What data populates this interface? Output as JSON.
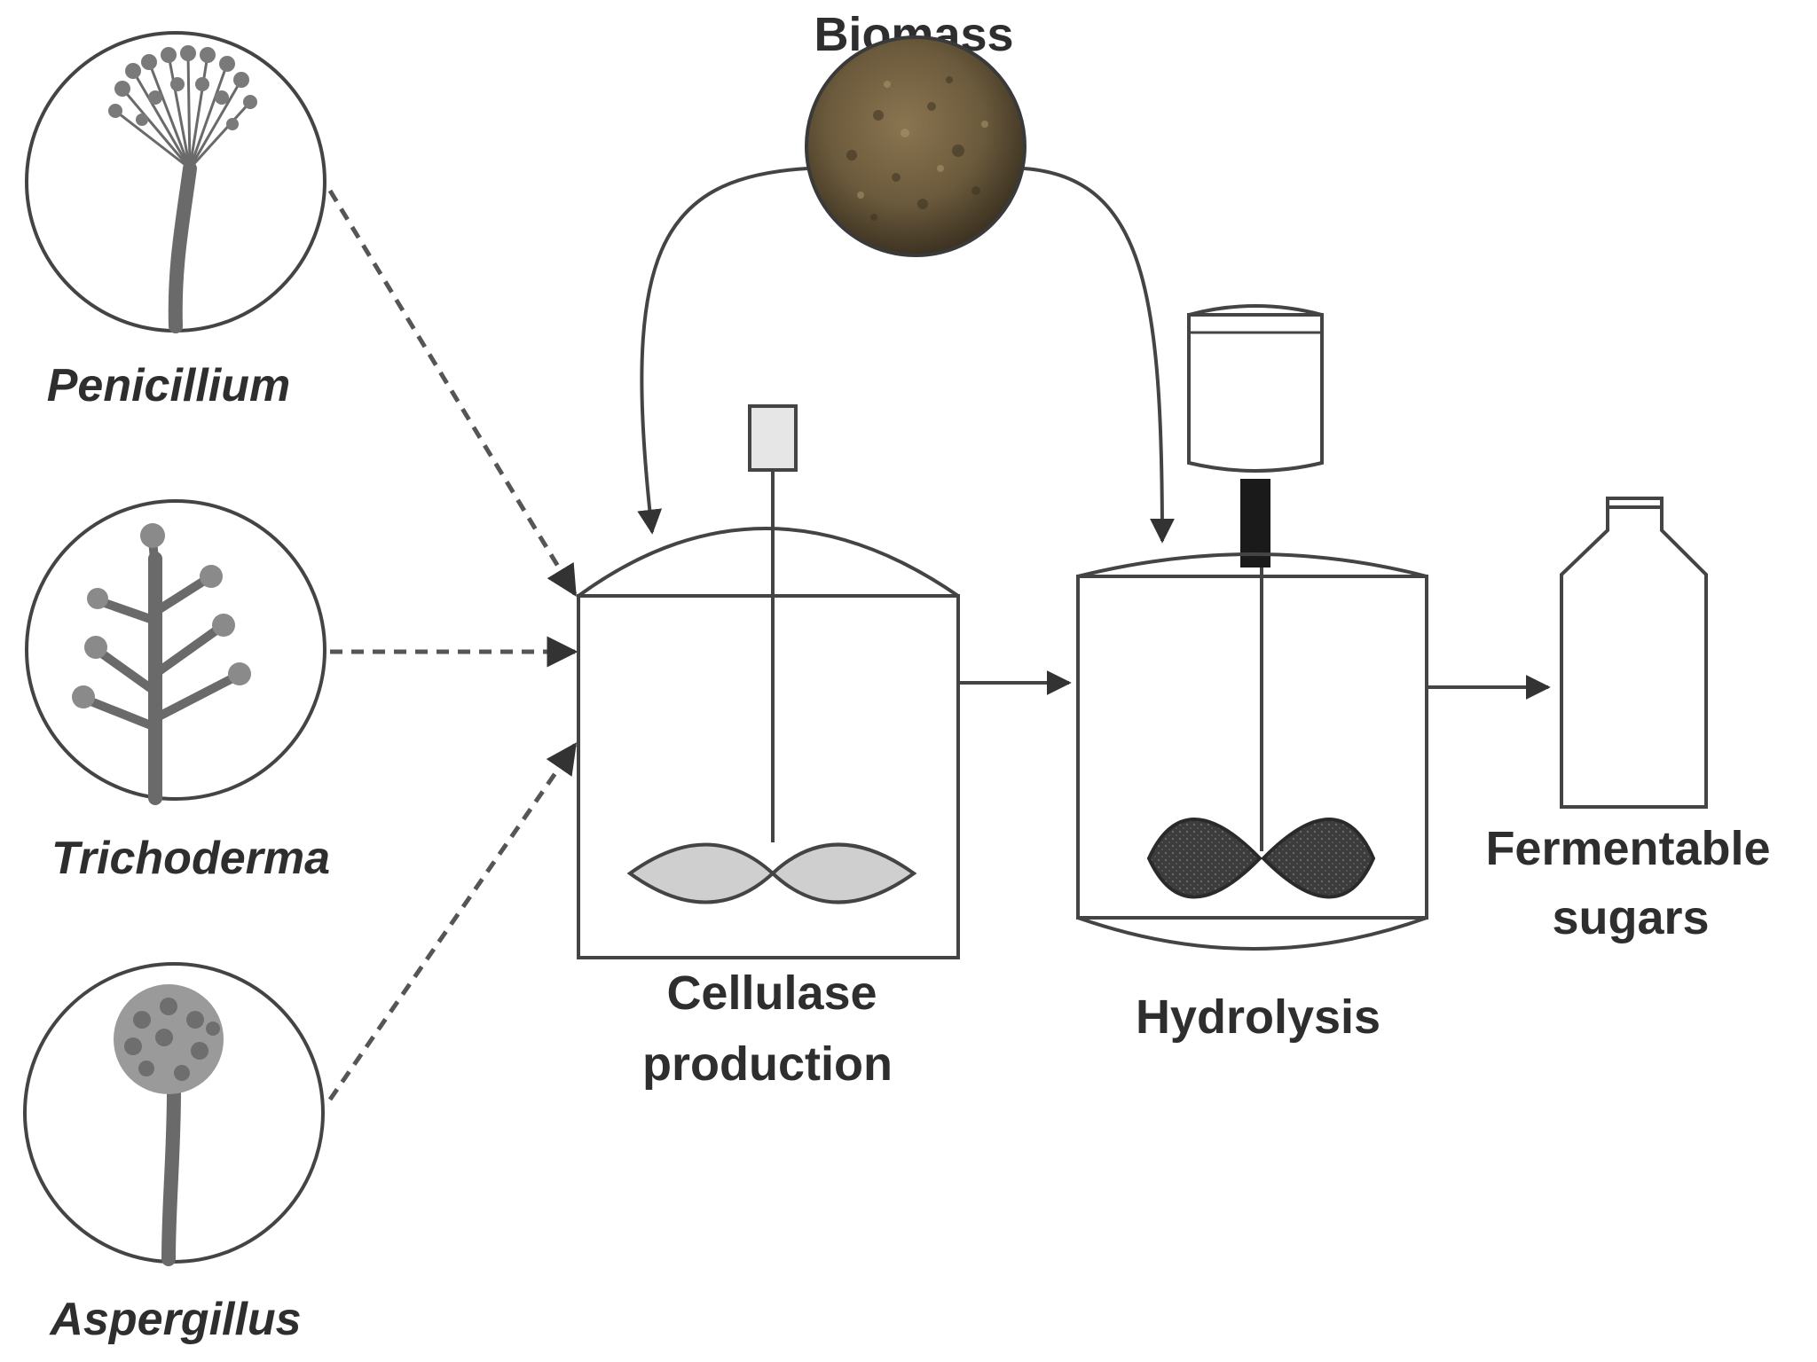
{
  "title": "Biomass",
  "organisms": [
    {
      "name": "Penicillium"
    },
    {
      "name": "Trichoderma"
    },
    {
      "name": "Aspergillus"
    }
  ],
  "stages": {
    "cellulase": {
      "line1": "Cellulase",
      "line2": "production"
    },
    "hydrolysis": {
      "label": "Hydrolysis"
    },
    "product": {
      "line1": "Fermentable",
      "line2": "sugars"
    }
  },
  "colors": {
    "line": "#444444",
    "biomass": "#6b5a3c",
    "impeller_light": "#cfcfcf",
    "impeller_dark": "#3c3c3c",
    "fungus": "#6a6a6a"
  }
}
